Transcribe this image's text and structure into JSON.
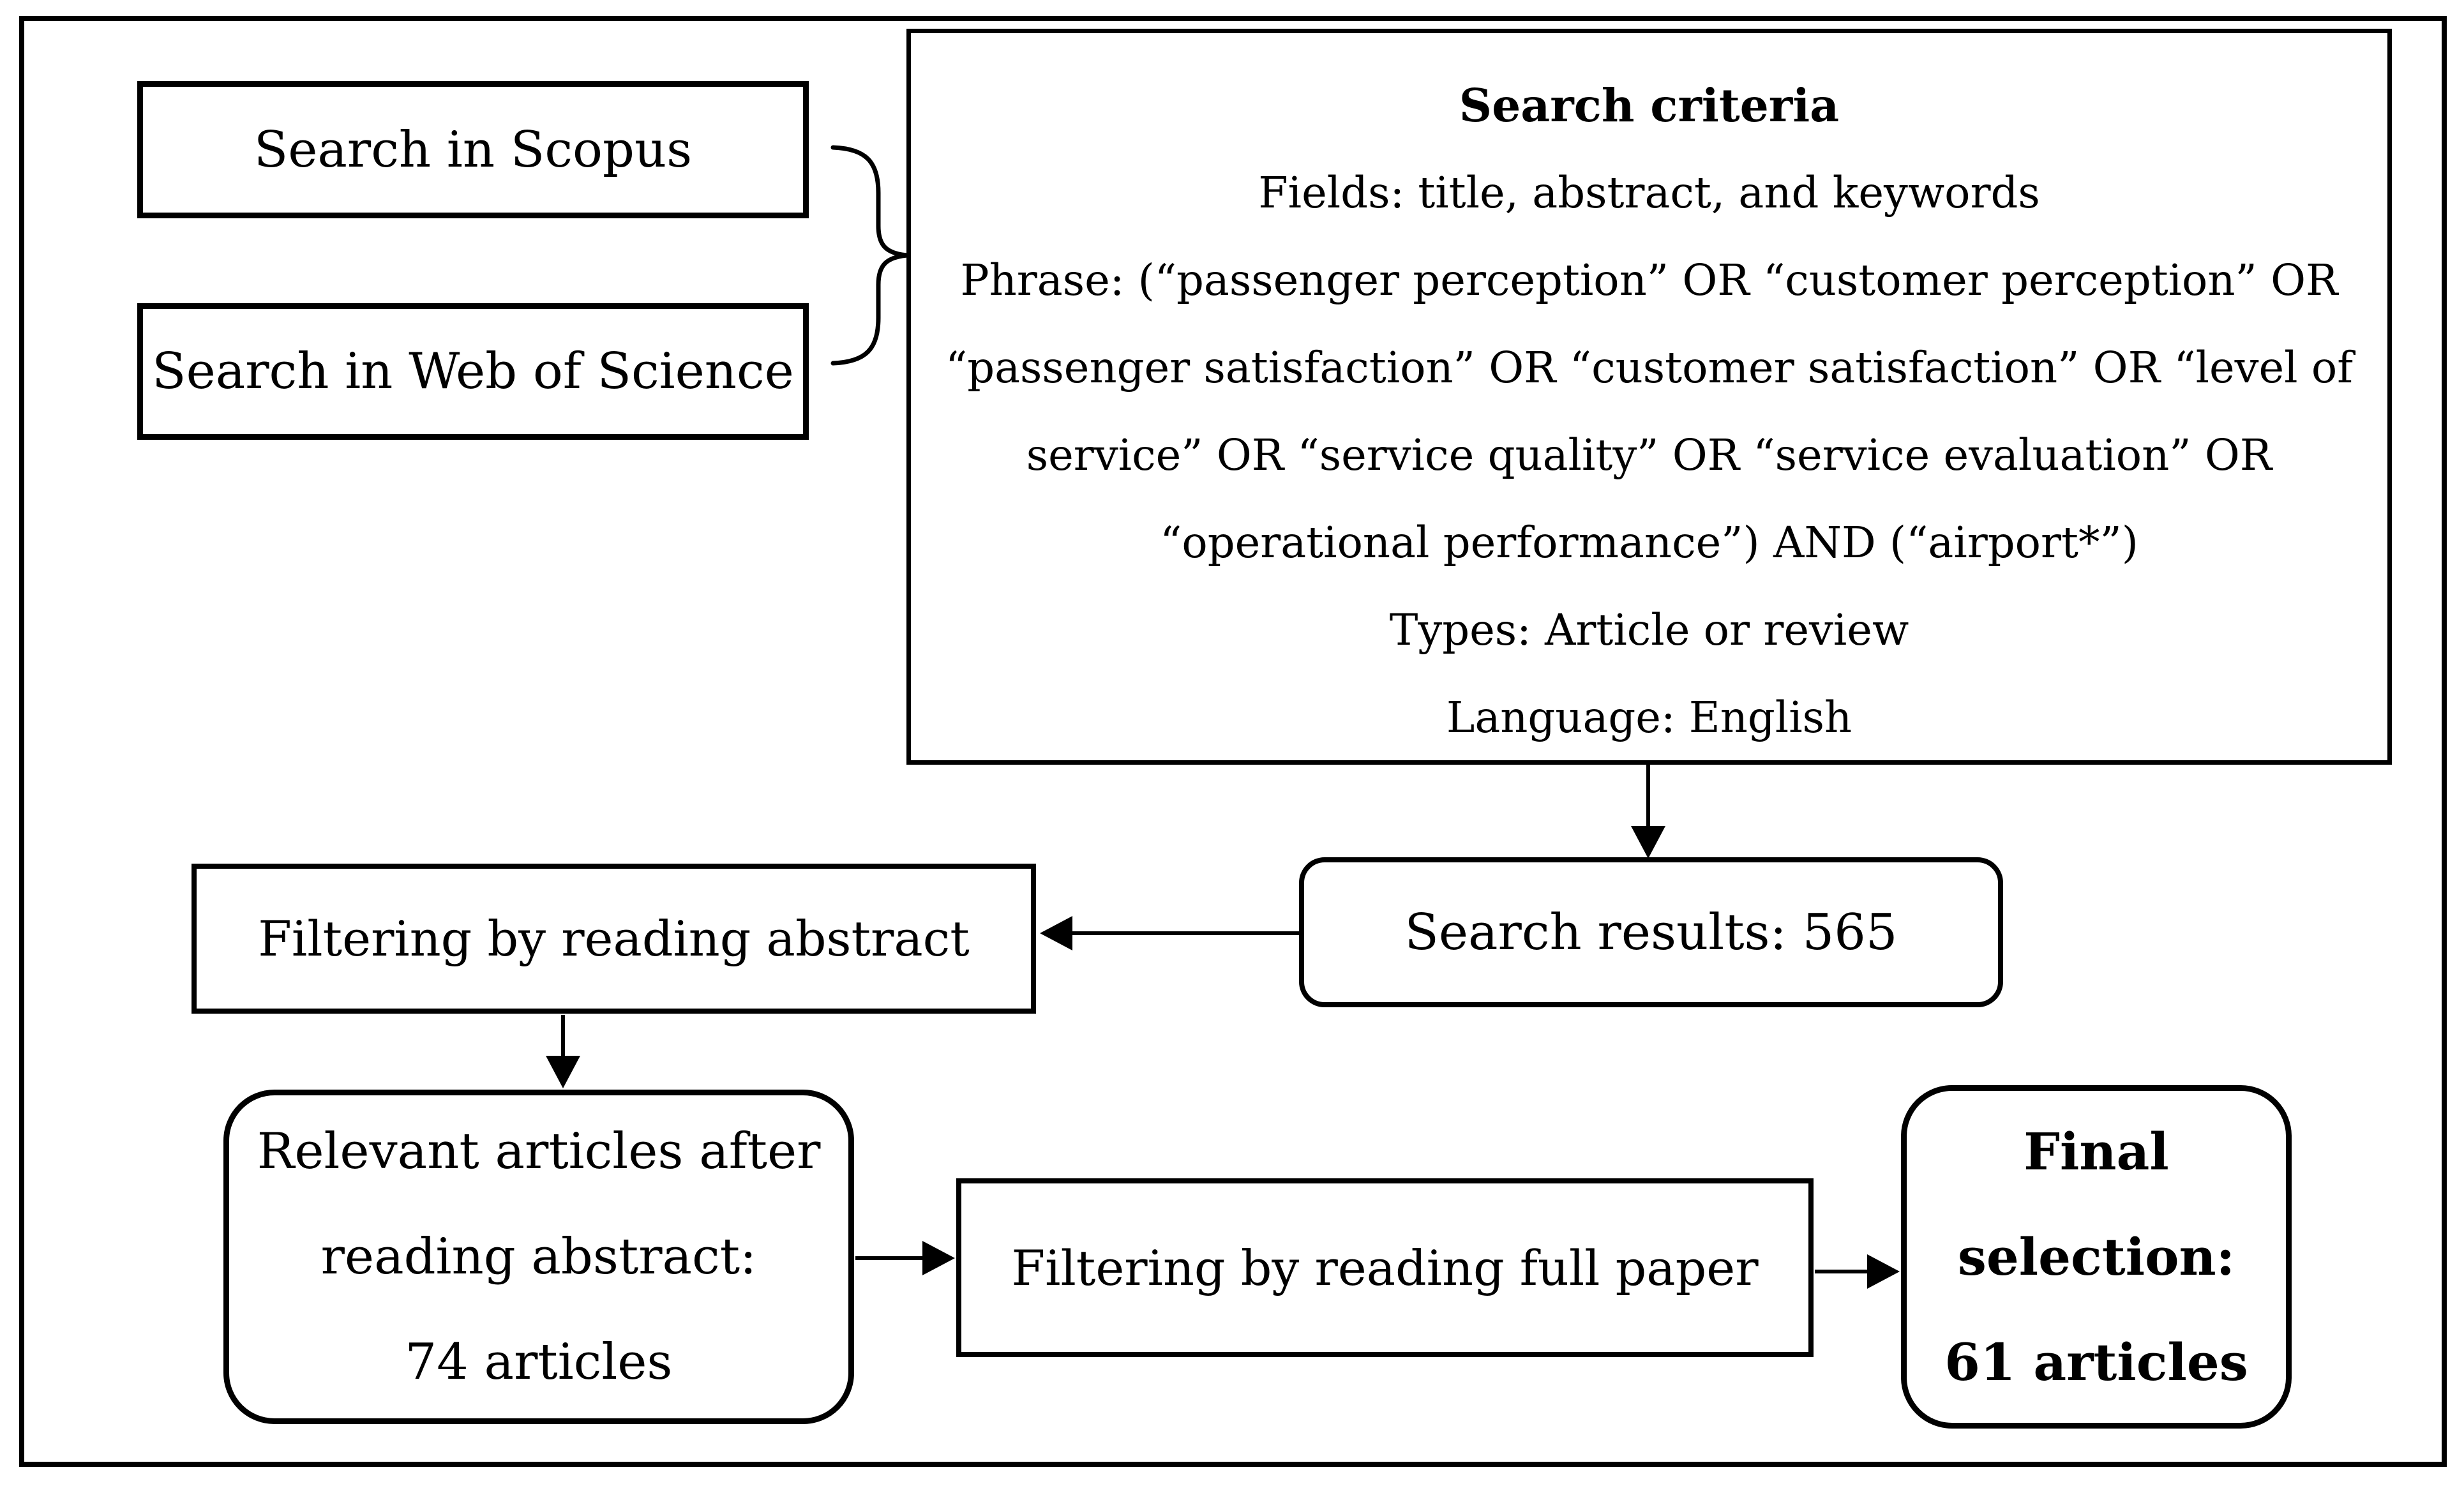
{
  "figure": {
    "colors": {
      "ink": "#000000",
      "paper": "#ffffff"
    }
  },
  "boxes": {
    "scopus": {
      "label": "Search in Scopus"
    },
    "wos": {
      "label": "Search in Web of Science"
    },
    "criteria": {
      "title": "Search criteria",
      "lines": [
        "Fields: title, abstract, and keywords",
        "Phrase: (“passenger perception” OR “customer perception” OR",
        "“passenger satisfaction” OR “customer satisfaction” OR “level of",
        "service” OR “service quality” OR “service evaluation” OR",
        "“operational performance”) AND (“airport*”)",
        "Types: Article or review",
        "Language: English"
      ]
    },
    "results": {
      "label": "Search results: 565"
    },
    "filter_abstract": {
      "label": "Filtering by reading abstract"
    },
    "relevant": {
      "lines": [
        "Relevant articles after",
        "reading abstract:",
        "74 articles"
      ]
    },
    "filter_full": {
      "label": "Filtering by reading full paper"
    },
    "final": {
      "lines": [
        "Final",
        "selection:",
        "61 articles"
      ]
    }
  }
}
